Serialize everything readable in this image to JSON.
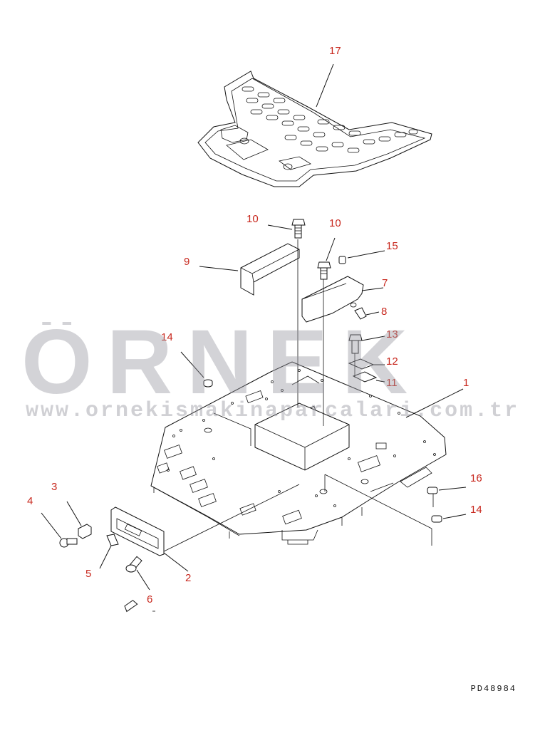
{
  "watermark": {
    "brand": "ÖRNEK",
    "url": "www.ornekismakinaparcalari.com.tr",
    "accent_color": "#f2c84b"
  },
  "drawing_code": "PD48984",
  "callouts": {
    "c1": "1",
    "c2": "2",
    "c3": "3",
    "c4": "4",
    "c5": "5",
    "c6": "6",
    "c7": "7",
    "c8": "8",
    "c9": "9",
    "c10a": "10",
    "c10b": "10",
    "c11": "11",
    "c12": "12",
    "c13": "13",
    "c14a": "14",
    "c14b": "14",
    "c15": "15",
    "c16": "16",
    "c17": "17"
  },
  "colors": {
    "callout": "#c8281e",
    "line": "#111111"
  }
}
